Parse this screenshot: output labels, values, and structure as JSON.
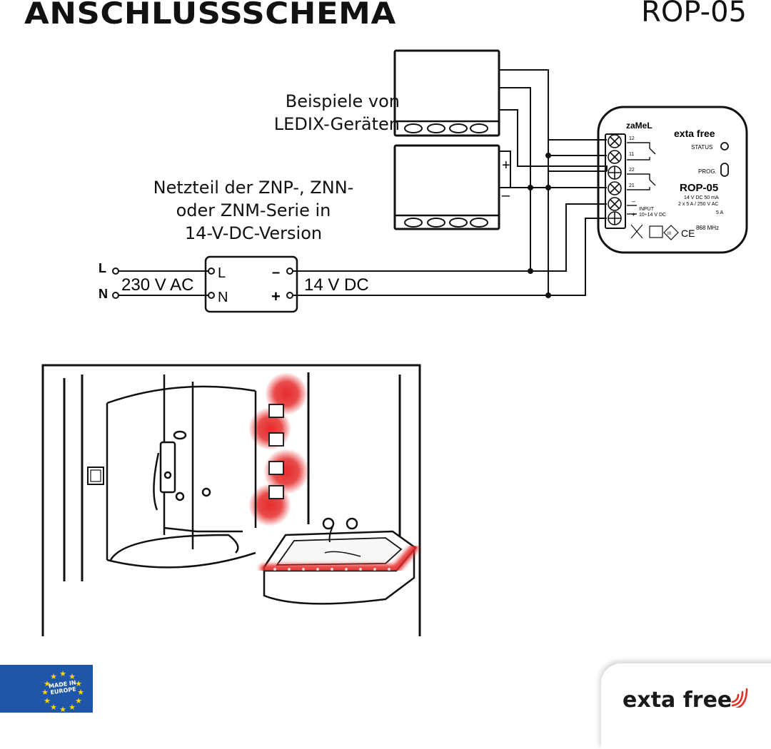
{
  "header": {
    "title": "ANSCHLUSSSCHEMA",
    "model": "ROP-05"
  },
  "labels": {
    "ledix_examples": [
      "Beispiele von",
      "LEDIX-Geräten"
    ],
    "power_supply": [
      "Netzteil der ZNP-, ZNN-",
      "oder ZNM-Serie in",
      "14-V-DC-Version"
    ],
    "line_l": "L",
    "line_n": "N",
    "voltage_ac": "230 V AC",
    "voltage_dc": "14 V DC",
    "psu_l": "L",
    "psu_n": "N",
    "psu_minus": "–",
    "psu_plus": "+",
    "dev_plus": "+",
    "dev_minus": "–"
  },
  "module": {
    "maker": "zaMeL",
    "brand": "exta free",
    "status": "STATUS",
    "prog": "PROG.",
    "name": "ROP-05",
    "terminals": [
      "12",
      "11",
      "22",
      "21"
    ],
    "input_minus": "–",
    "input_label": "INPUT",
    "input_plus": "+",
    "input_range": "10÷14 V DC",
    "spec_power": "14 V DC  50 mA",
    "spec_relay": "2 x 5 A / 250 V AC",
    "spec_lamp": "5 A",
    "freq": "868 MHz",
    "ce": "CE",
    "class": "III"
  },
  "footer": {
    "eu_badge": [
      "MADE IN",
      "EUROPE"
    ],
    "brand": "exta free"
  },
  "colors": {
    "led_glow": "#e52b2b",
    "eu_blue": "#1f56a8",
    "eu_star": "#ffd700",
    "brand_signal": "#e0322a"
  }
}
